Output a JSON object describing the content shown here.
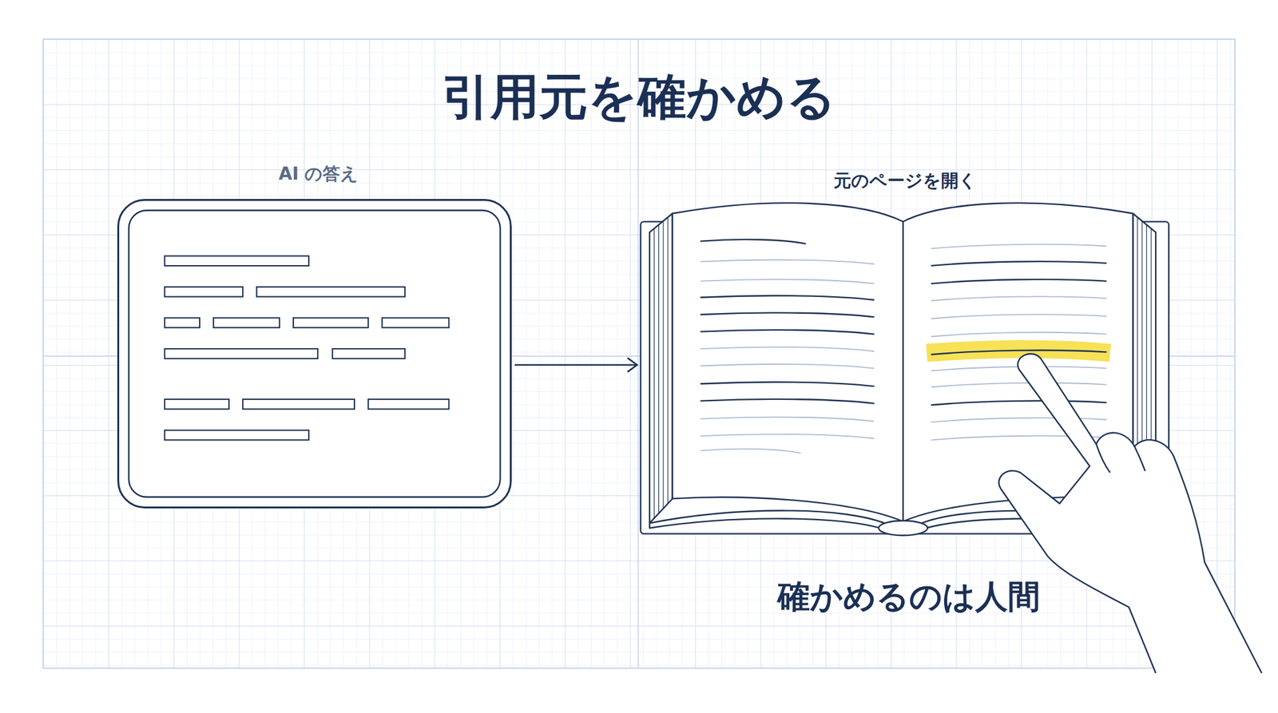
{
  "diagram": {
    "title": "引用元を確かめる",
    "nodes": [
      {
        "text": [
          "AI の答え"
        ]
      },
      {
        "text": [
          "元のページを開く"
        ]
      }
    ],
    "edges": [
      {
        "from": 0,
        "to": 1,
        "arrow": "to"
      }
    ],
    "labels": [
      "確かめるのは人間"
    ]
  }
}
